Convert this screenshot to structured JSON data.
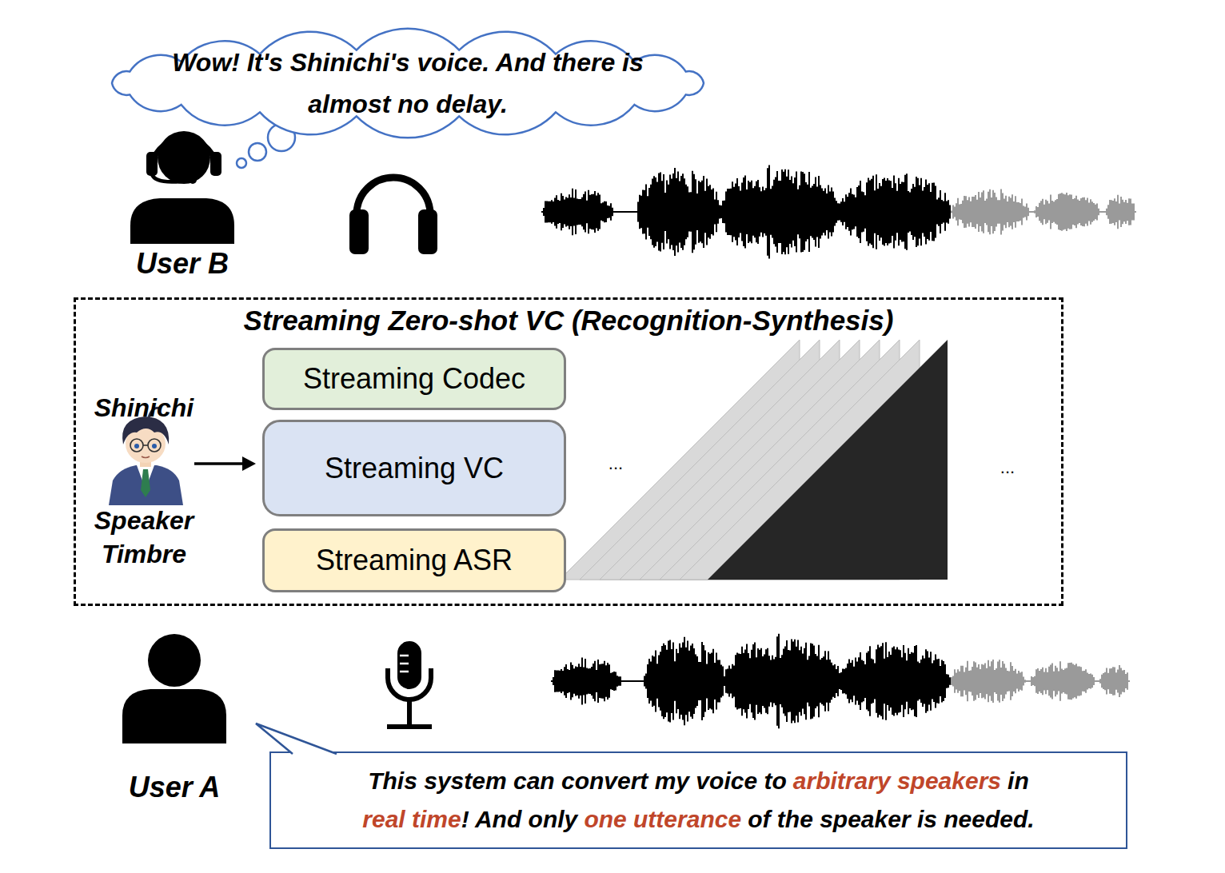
{
  "diagram": {
    "nodes": [
      {
        "text": [
          "Wow! It's Shinichi's voice. And there is almost no delay."
        ]
      },
      {
        "text": [
          "Streaming Zero-shot VC (Recognition-Synthesis)"
        ]
      },
      {
        "text": [
          "Streaming Codec"
        ],
        "in": 1
      },
      {
        "text": [
          "Streaming VC"
        ],
        "in": 1
      },
      {
        "text": [
          "Streaming ASR"
        ],
        "in": 1
      },
      {
        "text": [
          "This system can convert my voice to",
          "arbitrary speakers",
          "in",
          "real time",
          "! And only",
          "one utterance",
          "of the speaker is needed."
        ]
      }
    ],
    "labels": [
      "User B",
      "Shinichi",
      "Speaker Timbre",
      "...",
      "...",
      "User A"
    ]
  }
}
